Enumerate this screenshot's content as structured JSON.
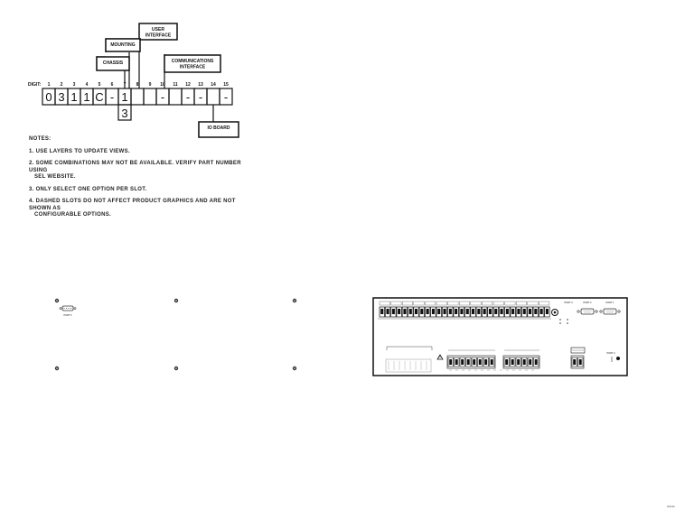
{
  "part_number_diagram": {
    "digit_label": "DIGIT:",
    "digit_numbers": [
      "1",
      "2",
      "3",
      "4",
      "5",
      "6",
      "7",
      "8",
      "9",
      "10",
      "11",
      "12",
      "13",
      "14",
      "15"
    ],
    "slot_values": [
      "0",
      "3",
      "1",
      "1",
      "C",
      "-",
      "1",
      "",
      "",
      "-",
      "",
      "-",
      "-",
      "",
      "-"
    ],
    "alt_chassis_value": "3",
    "callouts": {
      "user_interface": [
        "USER",
        "INTERFACE"
      ],
      "mounting": [
        "MOUNTING"
      ],
      "chassis": [
        "CHASSIS"
      ],
      "communications_interface": [
        "COMMUNICATIONS",
        "INTERFACE"
      ],
      "io_board": [
        "IO BOARD"
      ]
    }
  },
  "notes": {
    "header": "NOTES:",
    "items": [
      {
        "line1": "1. USE LAYERS TO UPDATE VIEWS.",
        "line2": ""
      },
      {
        "line1": "2. SOME COMBINATIONS MAY NOT BE AVAILABLE.  VERIFY PART NUMBER USING",
        "line2": "SEL WEBSITE."
      },
      {
        "line1": "3. ONLY SELECT ONE OPTION PER SLOT.",
        "line2": ""
      },
      {
        "line1": "4. DASHED SLOTS DO NOT AFFECT PRODUCT GRAPHICS AND ARE NOT SHOWN AS",
        "line2": "CONFIGURABLE OPTIONS."
      }
    ]
  },
  "views": {
    "front_port_label": "PORT F",
    "rear_port_labels": [
      "PORT 3",
      "PORT 2",
      "PORT 1",
      "PORT 4"
    ]
  },
  "corner_tag": "i0012b"
}
